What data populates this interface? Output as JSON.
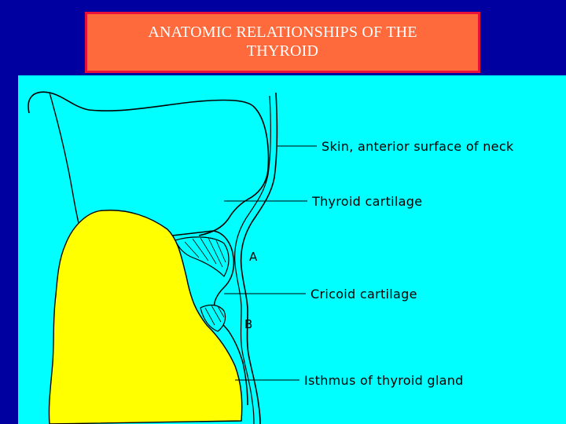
{
  "title": {
    "line1": "ANATOMIC RELATIONSHIPS OF THE",
    "line2": "THYROID"
  },
  "labels": {
    "skin": "Skin, anterior surface of neck",
    "thyroid_cartilage": "Thyroid cartilage",
    "cricoid_cartilage": "Cricoid cartilage",
    "isthmus": "Isthmus of thyroid gland",
    "region_a": "A",
    "region_b": "B"
  },
  "colors": {
    "background": "#0000a0",
    "title_fill": "#ff6a3d",
    "title_border": "#e8103a",
    "diagram_bg": "#00ffff",
    "gland_fill": "#ffff00"
  }
}
